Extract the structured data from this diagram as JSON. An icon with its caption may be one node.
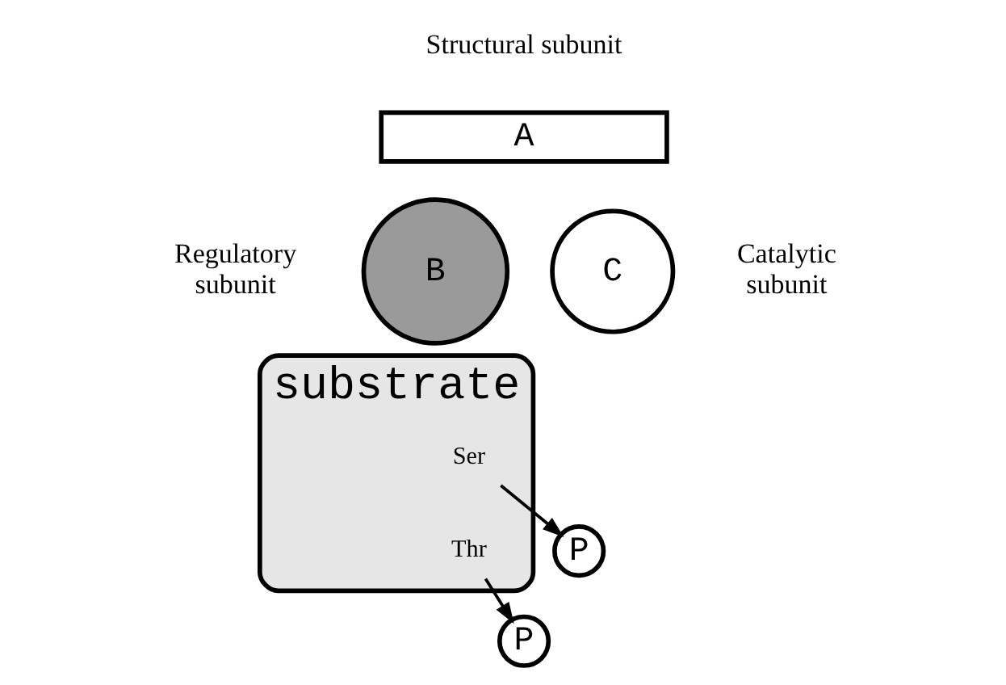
{
  "diagram": {
    "nodes": [
      {
        "text": [
          "A"
        ],
        "beside": [
          "Structural subunit"
        ]
      },
      {
        "text": [
          "B"
        ],
        "beside": [
          "Regulatory subunit"
        ]
      },
      {
        "text": [
          "C"
        ],
        "beside": [
          "Catalytic subunit"
        ]
      },
      {
        "text": [
          "substrate"
        ]
      },
      {
        "text": [
          "Ser"
        ],
        "in": 3
      },
      {
        "text": [
          "Thr"
        ],
        "in": 3
      },
      {
        "text": [
          "P"
        ]
      },
      {
        "text": [
          "P"
        ]
      }
    ],
    "edges": [
      {
        "from": 4,
        "to": 6,
        "arrow": "to"
      },
      {
        "from": 5,
        "to": 7,
        "arrow": "to"
      }
    ]
  }
}
